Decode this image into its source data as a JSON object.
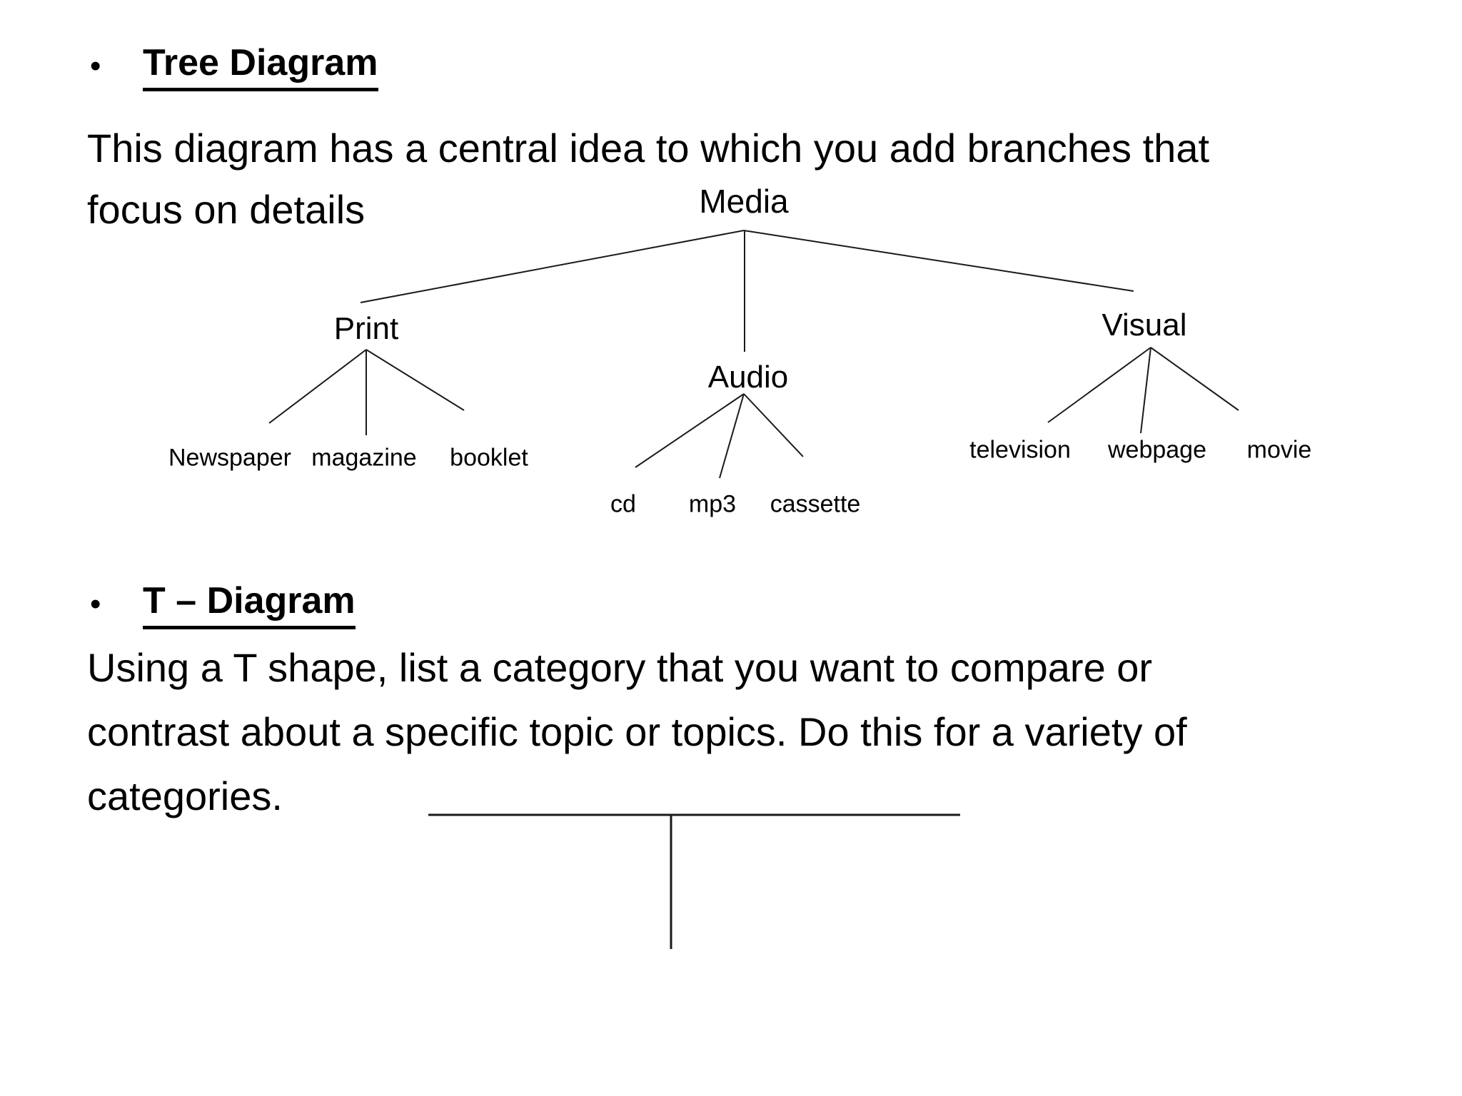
{
  "slide": {
    "sections": [
      {
        "bullet": "•",
        "title": "Tree Diagram",
        "body_lines": [
          "This diagram has a central idea to which you add branches that",
          "focus on details"
        ]
      },
      {
        "bullet": "•",
        "title": "T – Diagram",
        "body_lines": [
          "Using a T shape, list a category that you want to compare or",
          "contrast about a specific topic or topics. Do this for a variety of",
          "categories."
        ]
      }
    ],
    "tree": {
      "root": "Media",
      "branches": [
        {
          "label": "Print",
          "children": [
            "Newspaper",
            "magazine",
            "booklet"
          ]
        },
        {
          "label": "Audio",
          "children": [
            "cd",
            "mp3",
            "cassette"
          ]
        },
        {
          "label": "Visual",
          "children": [
            "television",
            "webpage",
            "movie"
          ]
        }
      ]
    },
    "colors": {
      "background": "#ffffff",
      "text": "#000000",
      "line": "#1a1a1a"
    }
  }
}
